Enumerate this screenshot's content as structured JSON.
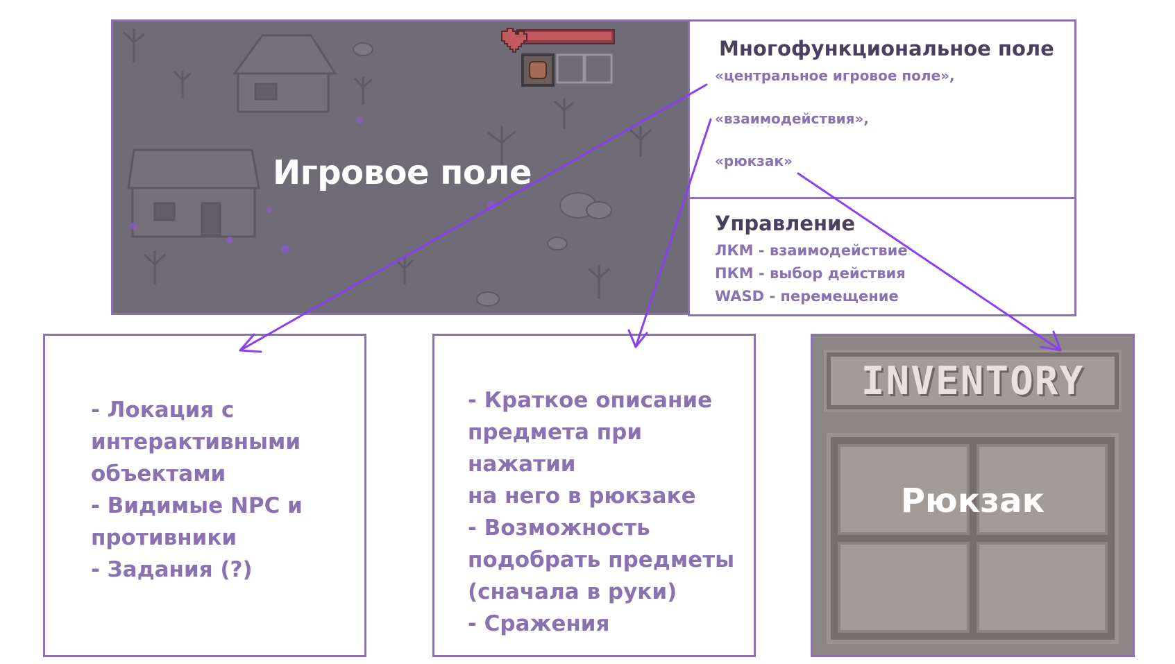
{
  "colors": {
    "accent": "#8a72b0",
    "arrow": "#8b3ff0",
    "heading": "#4b3f5e"
  },
  "game_field": {
    "title": "Игровое поле",
    "hud": {
      "health_icon": "heart-icon",
      "item_icon": "bag-icon",
      "slot_count": 2,
      "health_fill": 1.0
    }
  },
  "multi_panel": {
    "title": "Многофункциональное поле",
    "items": [
      "«центральное игровое поле»,",
      "«взаимодействия»,",
      "«рюкзак»"
    ]
  },
  "controls": {
    "title": "Управление",
    "lines": [
      "ЛКМ - взаимодействие",
      "ПКМ - выбор действия",
      "WASD - перемещение"
    ]
  },
  "left_box": {
    "text": "- Локация с\nинтерактивными\nобъектами\n- Видимые NPC и\nпротивники\n- Задания (?)"
  },
  "middle_box": {
    "text": "- Краткое описание\nпредмета при нажатии\nна него в рюкзаке\n- Возможность\nподобрать предметы\n(сначала в руки)\n- Сражения"
  },
  "inventory": {
    "title": "INVENTORY",
    "label": "Рюкзак"
  }
}
